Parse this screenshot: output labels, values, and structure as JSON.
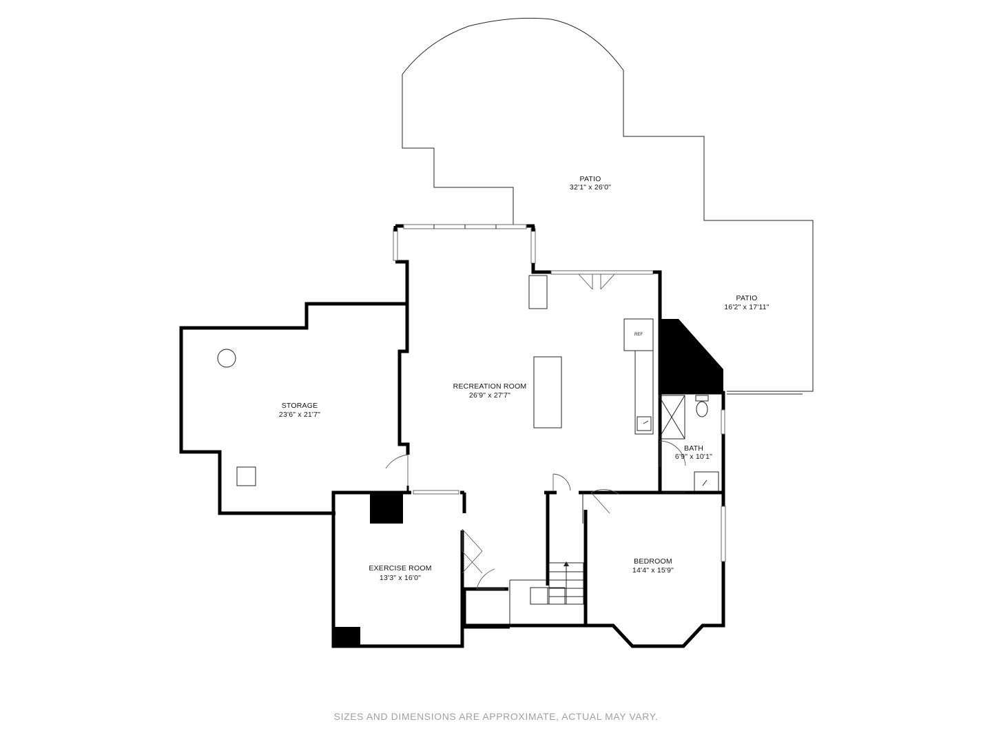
{
  "rooms": [
    {
      "id": "patio-main",
      "name": "PATIO",
      "dims": "32'1\" x 26'0\""
    },
    {
      "id": "patio-side",
      "name": "PATIO",
      "dims": "16'2\" x 17'11\""
    },
    {
      "id": "recreation",
      "name": "RECREATION ROOM",
      "dims": "26'9\" x 27'7\""
    },
    {
      "id": "storage",
      "name": "STORAGE",
      "dims": "23'6\" x 21'7\""
    },
    {
      "id": "bath",
      "name": "BATH",
      "dims": "6'9\" x 10'1\""
    },
    {
      "id": "exercise",
      "name": "EXERCISE ROOM",
      "dims": "13'3\" x 16'0\""
    },
    {
      "id": "bedroom",
      "name": "BEDROOM",
      "dims": "14'4\" x 15'9\""
    }
  ],
  "fixtures": {
    "refrigerator": "REF"
  },
  "disclaimer": "SIZES AND DIMENSIONS ARE APPROXIMATE, ACTUAL MAY VARY."
}
